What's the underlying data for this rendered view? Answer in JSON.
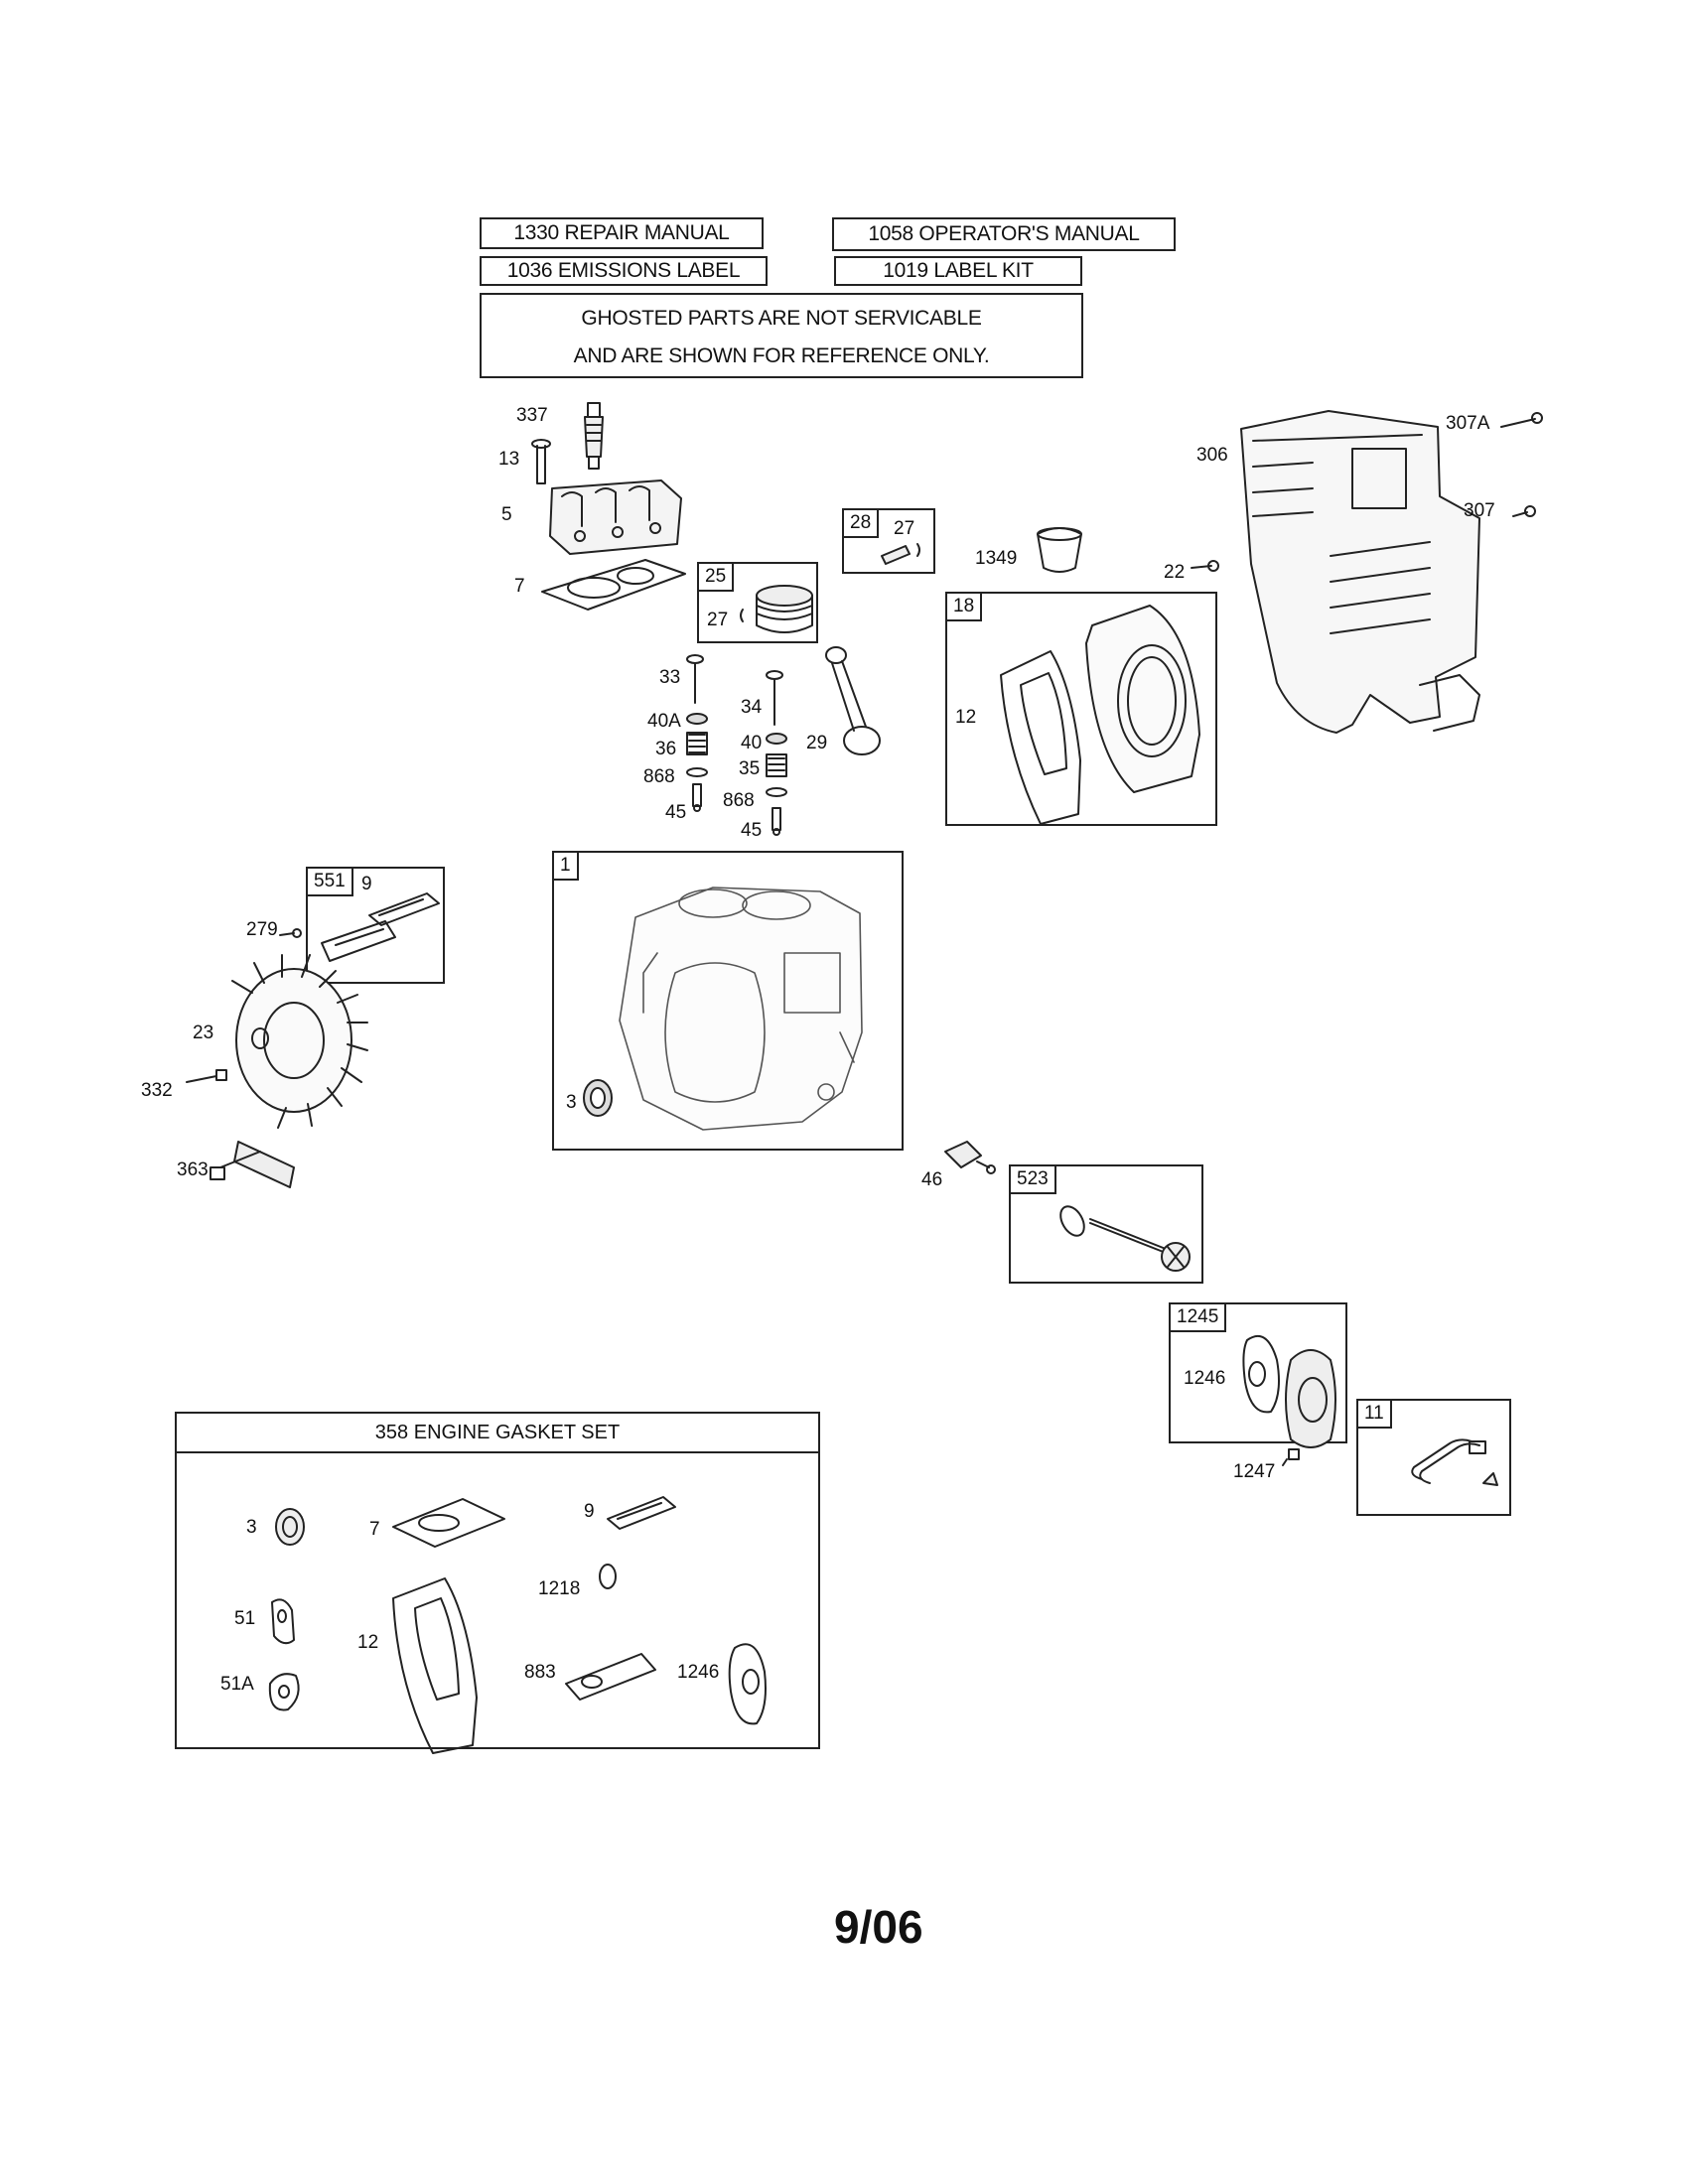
{
  "header": {
    "repair_manual": "1330 REPAIR MANUAL",
    "operators_manual": "1058 OPERATOR'S MANUAL",
    "emissions_label": "1036 EMISSIONS LABEL",
    "label_kit": "1019 LABEL KIT",
    "ghosted_line1": "GHOSTED PARTS ARE NOT SERVICABLE",
    "ghosted_line2": "AND ARE SHOWN FOR REFERENCE ONLY."
  },
  "groups": {
    "g28": "28",
    "g25": "25",
    "g18": "18",
    "g1": "1",
    "g551": "551",
    "g523": "523",
    "g1245": "1245",
    "g11": "11"
  },
  "labels": {
    "p337": "337",
    "p13": "13",
    "p5": "5",
    "p7": "7",
    "p28_27": "27",
    "p25_27": "27",
    "p1349": "1349",
    "p33": "33",
    "p40A": "40A",
    "p36": "36",
    "p868a": "868",
    "p45a": "45",
    "p34": "34",
    "p40": "40",
    "p35": "35",
    "p868b": "868",
    "p45b": "45",
    "p29": "29",
    "p12": "12",
    "p306": "306",
    "p307A": "307A",
    "p307": "307",
    "p22": "22",
    "p551_9": "9",
    "p279": "279",
    "p23": "23",
    "p332": "332",
    "p363": "363",
    "p3": "3",
    "p46": "46",
    "p1246": "1246",
    "p1247": "1247"
  },
  "gasket_set": {
    "title": "358   ENGINE GASKET SET",
    "items": {
      "g3": "3",
      "g7": "7",
      "g9": "9",
      "g1218": "1218",
      "g51": "51",
      "g12": "12",
      "g51A": "51A",
      "g883": "883",
      "g1246": "1246"
    }
  },
  "footer": {
    "date": "9/06"
  }
}
